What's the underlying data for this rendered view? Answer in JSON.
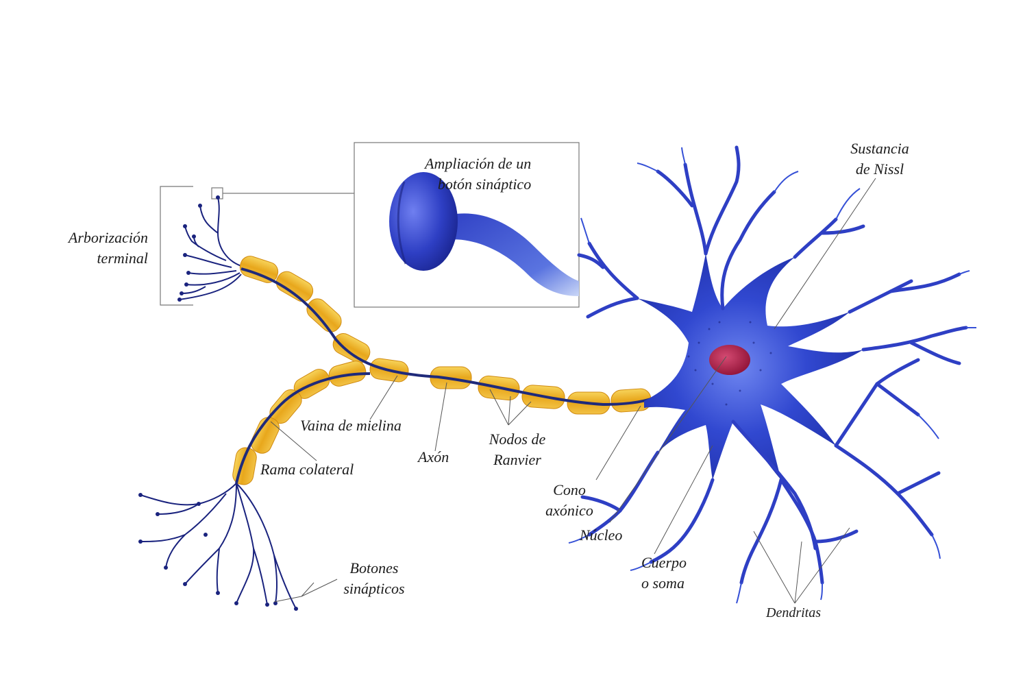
{
  "labels": {
    "ampliacion": [
      "Ampliación de un",
      "botón sináptico"
    ],
    "arborizacion": [
      "Arborización",
      "terminal"
    ],
    "sustancia_nissl": [
      "Sustancia",
      "de Nissl"
    ],
    "vaina_mielina": "Vaina de mielina",
    "rama_colateral": "Rama colateral",
    "axon": "Axón",
    "nodos_ranvier": [
      "Nodos de",
      "Ranvier"
    ],
    "cono_axonico": [
      "Cono",
      "axónico"
    ],
    "nucleo": "Núcleo",
    "cuerpo_soma": [
      "Cuerpo",
      "o soma"
    ],
    "botones_sinapticos": [
      "Botones",
      "sinápticos"
    ],
    "dendritas": "Dendritas"
  },
  "colors": {
    "neuron_blue": "#2e3fc4",
    "neuron_dark": "#1a237e",
    "nucleus": "#a0163e",
    "myelin": "#e8a71c",
    "myelin_light": "#f7d35a",
    "leader_line": "#555555"
  }
}
